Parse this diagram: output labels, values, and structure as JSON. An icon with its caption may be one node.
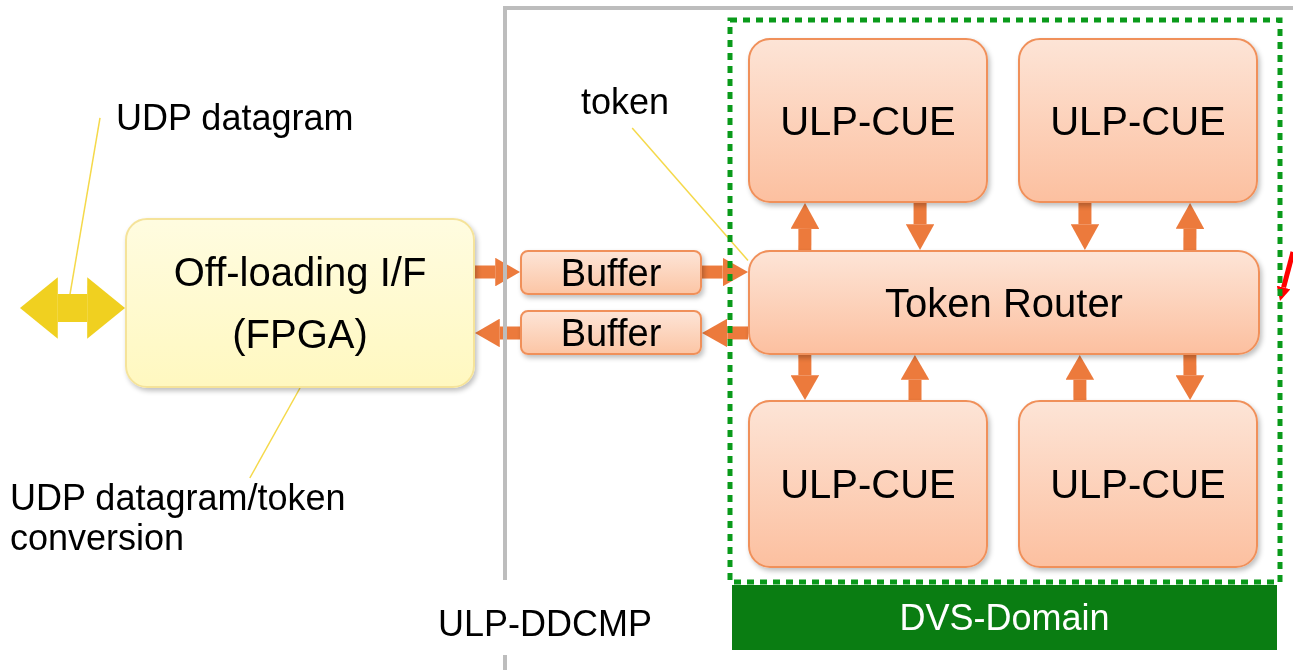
{
  "diagram": {
    "nodes": [
      {
        "text": [
          "UDP datagram"
        ]
      },
      {
        "text": [
          "Off-loading I/F (FPGA)"
        ]
      },
      {
        "text": [
          "UDP datagram/token conversion"
        ]
      },
      {
        "text": [
          "ULP-DDCMP"
        ]
      },
      {
        "text": [
          "Buffer"
        ],
        "in": 3
      },
      {
        "text": [
          "Buffer"
        ],
        "in": 3
      },
      {
        "text": [
          "token"
        ],
        "in": 3
      },
      {
        "text": [
          "DVS-Domain"
        ],
        "in": 3
      },
      {
        "text": [
          "ULP-CUE"
        ],
        "in": 7
      },
      {
        "text": [
          "ULP-CUE"
        ],
        "in": 7
      },
      {
        "text": [
          "Token Router"
        ],
        "in": 7
      },
      {
        "text": [
          "ULP-CUE"
        ],
        "in": 7
      },
      {
        "text": [
          "ULP-CUE"
        ],
        "in": 7
      }
    ],
    "edges": [
      {
        "from": 0,
        "to": null,
        "arrow": "none",
        "color": "#f5d94a"
      },
      {
        "from": null,
        "to": 1,
        "arrow": "both",
        "style": "thick",
        "color": "#f0d020"
      },
      {
        "from": 2,
        "to": 1,
        "arrow": "none",
        "color": "#f5d94a"
      },
      {
        "from": 1,
        "to": 4,
        "arrow": "to"
      },
      {
        "from": 4,
        "to": 10,
        "arrow": "to"
      },
      {
        "from": 10,
        "to": 5,
        "arrow": "to"
      },
      {
        "from": 5,
        "to": 1,
        "arrow": "to"
      },
      {
        "from": 6,
        "to": 10,
        "arrow": "none",
        "color": "#f5d94a"
      },
      {
        "from": 10,
        "to": 8,
        "arrow": "to"
      },
      {
        "from": 8,
        "to": 10,
        "arrow": "to"
      },
      {
        "from": 9,
        "to": 10,
        "arrow": "to"
      },
      {
        "from": 10,
        "to": 9,
        "arrow": "to"
      },
      {
        "from": 10,
        "to": 11,
        "arrow": "to"
      },
      {
        "from": 11,
        "to": 10,
        "arrow": "to"
      },
      {
        "from": 10,
        "to": 12,
        "arrow": "to"
      },
      {
        "from": 12,
        "to": 10,
        "arrow": "to"
      },
      {
        "from": null,
        "to": 7,
        "arrow": "to",
        "color": "#ff0000"
      }
    ]
  }
}
